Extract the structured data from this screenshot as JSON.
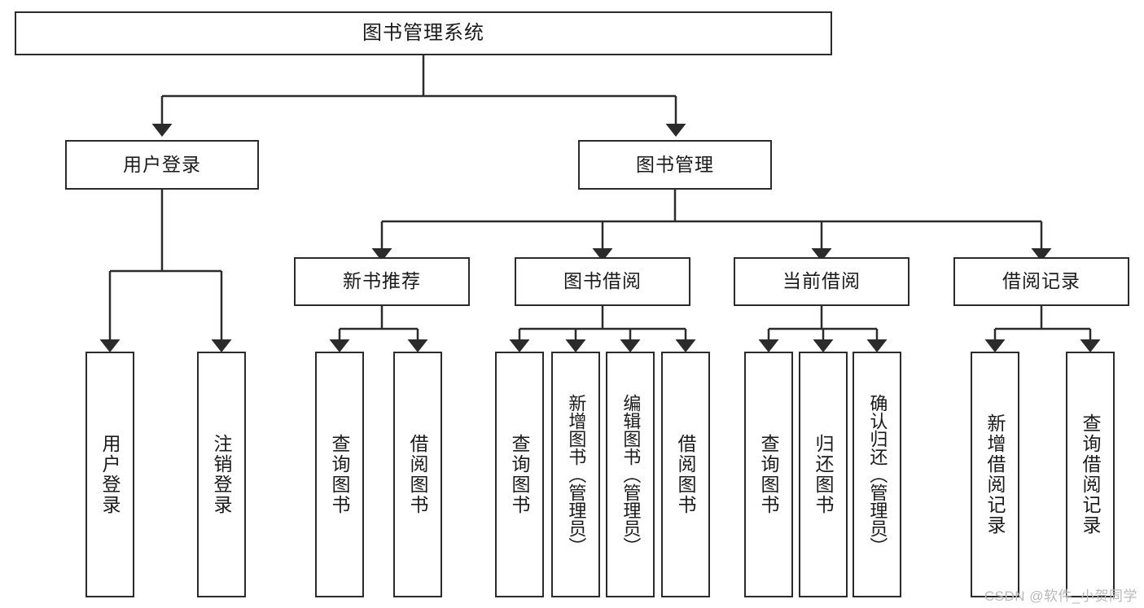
{
  "diagram": {
    "title": "图书管理系统",
    "watermark": "CSDN @软件_小贺同学",
    "colors": {
      "stroke": "#2b2b2b",
      "background": "#ffffff",
      "text": "#1a1a1a",
      "watermark": "#b9b9b9"
    },
    "nodes": {
      "root": {
        "label": "图书管理系统"
      },
      "level1": [
        {
          "label": "用户登录"
        },
        {
          "label": "图书管理"
        }
      ],
      "level2": [
        {
          "label": "新书推荐"
        },
        {
          "label": "图书借阅"
        },
        {
          "label": "当前借阅"
        },
        {
          "label": "借阅记录"
        }
      ],
      "leaves": {
        "user_login": [
          {
            "label": "用户登录"
          },
          {
            "label": "注销登录"
          }
        ],
        "new_book": [
          {
            "label": "查询图书"
          },
          {
            "label": "借阅图书"
          }
        ],
        "book_borrow": [
          {
            "label": "查询图书"
          },
          {
            "label": "新增图书（管理员）"
          },
          {
            "label": "编辑图书（管理员）"
          },
          {
            "label": "借阅图书"
          }
        ],
        "current_borrow": [
          {
            "label": "查询图书"
          },
          {
            "label": "归还图书"
          },
          {
            "label": "确认归还（管理员）"
          }
        ],
        "borrow_record": [
          {
            "label": "新增借阅记录"
          },
          {
            "label": "查询借阅记录"
          }
        ]
      }
    }
  }
}
